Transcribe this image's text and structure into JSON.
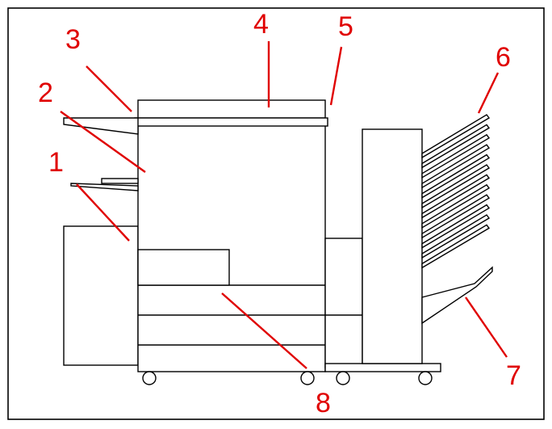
{
  "diagram": {
    "stroke_color": "#000000",
    "callout_color": "#e00000",
    "callouts": [
      {
        "label": "1"
      },
      {
        "label": "2"
      },
      {
        "label": "3"
      },
      {
        "label": "4"
      },
      {
        "label": "5"
      },
      {
        "label": "6"
      },
      {
        "label": "7"
      },
      {
        "label": "8"
      }
    ]
  }
}
